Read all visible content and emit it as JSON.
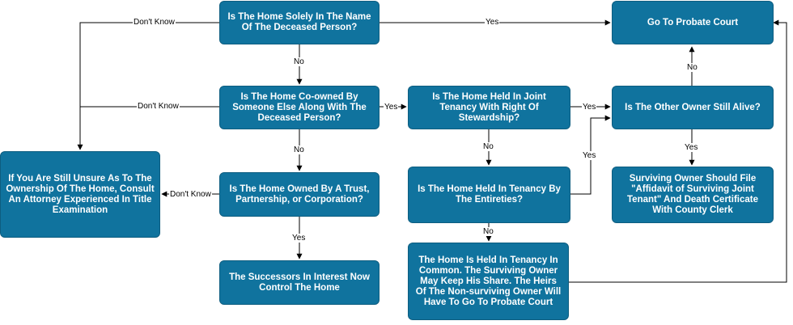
{
  "nodes": {
    "q_sole_name": "Is The Home Solely In The Name Of The Deceased Person?",
    "probate_court": "Go To Probate Court",
    "q_co_owned": "Is The Home Co-owned By Someone Else Along With The Deceased Person?",
    "q_joint_tenancy": "Is The Home Held In Joint Tenancy With Right Of Stewardship?",
    "q_other_alive": "Is The Other Owner Still Alive?",
    "unsure_attorney": "If You Are Still Unsure As To The Ownership Of The Home, Consult An Attorney Experienced In Title Examination",
    "q_trust": "Is The Home Owned By A Trust, Partnership, or Corporation?",
    "q_entireties": "Is The Home Held In Tenancy By The Entireties?",
    "surviving_owner_file": "Surviving Owner Should File \"Affidavit of Surviving Joint Tenant\" And Death Certificate With County Clerk",
    "successors_control": "The Successors In Interest Now Control The Home",
    "tenancy_common": "The Home Is Held In Tenancy In Common. The Surviving Owner May Keep His Share. The Heirs Of The Non-surviving Owner Will Have To Go To Probate Court"
  },
  "edge_labels": {
    "sole_dont_know": "Don't Know",
    "sole_yes": "Yes",
    "sole_no": "No",
    "co_dont_know": "Don't Know",
    "co_yes": "Yes",
    "co_no": "No",
    "joint_yes": "Yes",
    "joint_no": "No",
    "alive_no": "No",
    "alive_yes": "Yes",
    "trust_dont_know": "Don't Know",
    "trust_yes": "Yes",
    "entireties_yes": "Yes",
    "entireties_no": "No"
  },
  "colors": {
    "node_fill": "#10739e",
    "node_text": "#ffffff",
    "edge": "#000000"
  }
}
